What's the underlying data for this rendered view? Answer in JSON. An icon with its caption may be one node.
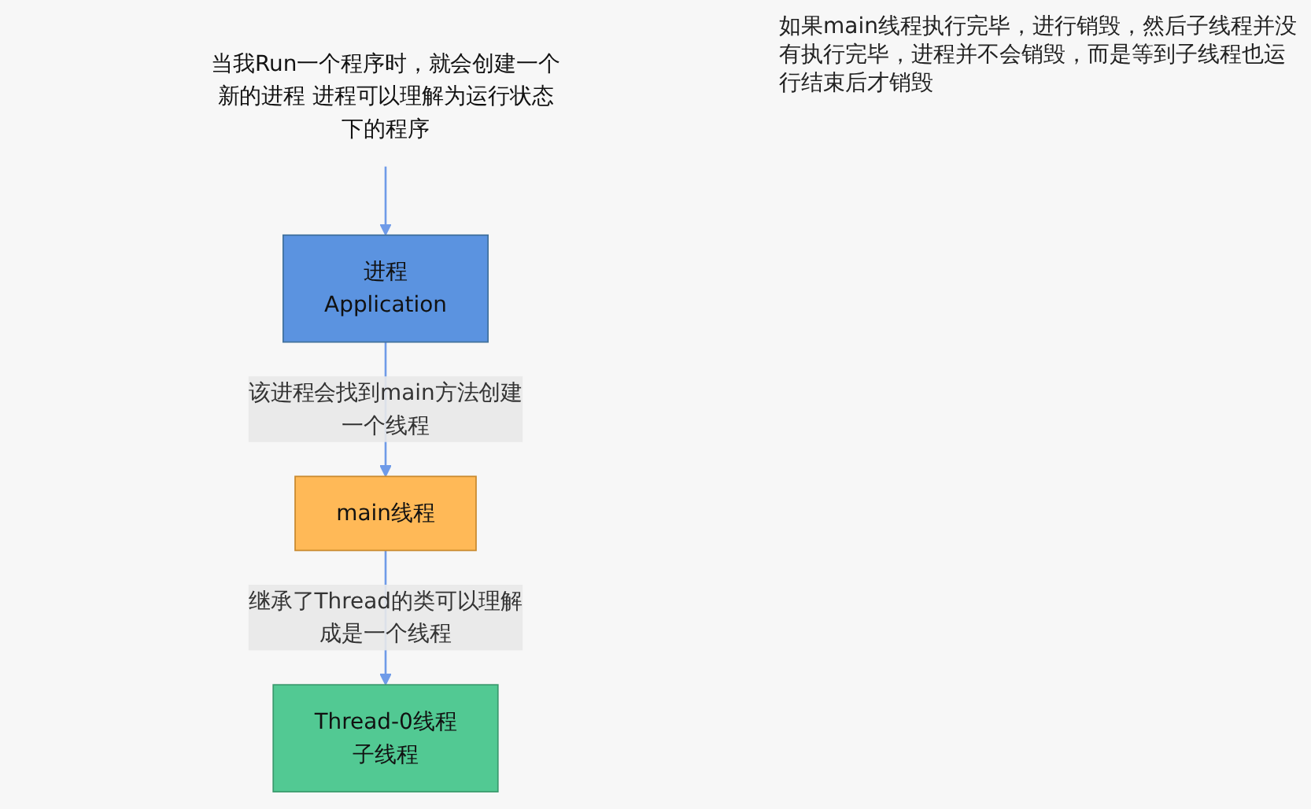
{
  "diagram": {
    "nodes": [
      {
        "text": [
          "当我Run一个程序时，就会创建一个新的进程 进程可以理解为运行状态下的程序"
        ]
      },
      {
        "text": [
          "进程",
          "Application"
        ]
      },
      {
        "text": [
          "main线程"
        ]
      },
      {
        "text": [
          "Thread-0线程",
          "子线程"
        ]
      }
    ],
    "edges": [
      {
        "from": 0,
        "to": 1,
        "arrow": "to"
      },
      {
        "from": 1,
        "to": 2,
        "arrow": "to",
        "label": "该进程会找到main方法创建一个线程"
      },
      {
        "from": 2,
        "to": 3,
        "arrow": "to",
        "label": "继承了Thread的类可以理解成是一个线程"
      }
    ],
    "labels": [
      "如果main线程执行完毕，进行销毁，然后子线程并没有执行完毕，进程并不会销毁，而是等到子线程也运行结束后才销毁"
    ]
  }
}
